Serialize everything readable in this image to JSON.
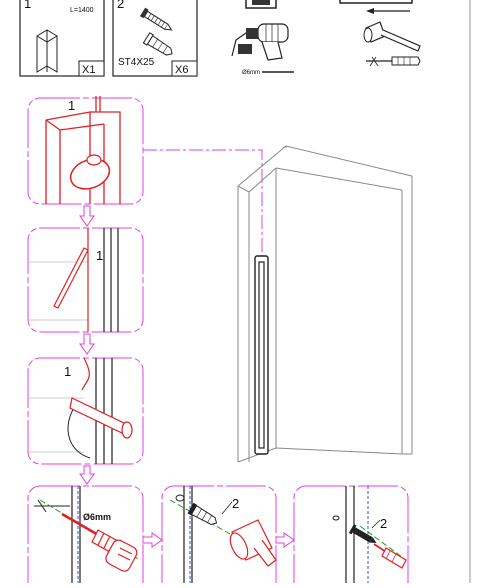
{
  "parts": {
    "part1": {
      "number": "1",
      "length_label": "L=1400",
      "quantity": "X1"
    },
    "part2": {
      "number": "2",
      "screw_label": "ST4X25",
      "quantity": "X6"
    }
  },
  "tools": {
    "drill_bit_label": "Ø6mm"
  },
  "steps": {
    "step1_callout": "1",
    "step2_callout": "1",
    "step3_callout": "1",
    "drill_label": "Ø6mm",
    "dowel_callout": "2",
    "screw_callout": "2"
  },
  "colors": {
    "accent": "#e040e0",
    "red": "#e02020",
    "green": "#2a9a2a",
    "blue_dash": "#3050d0",
    "line": "#222222"
  }
}
